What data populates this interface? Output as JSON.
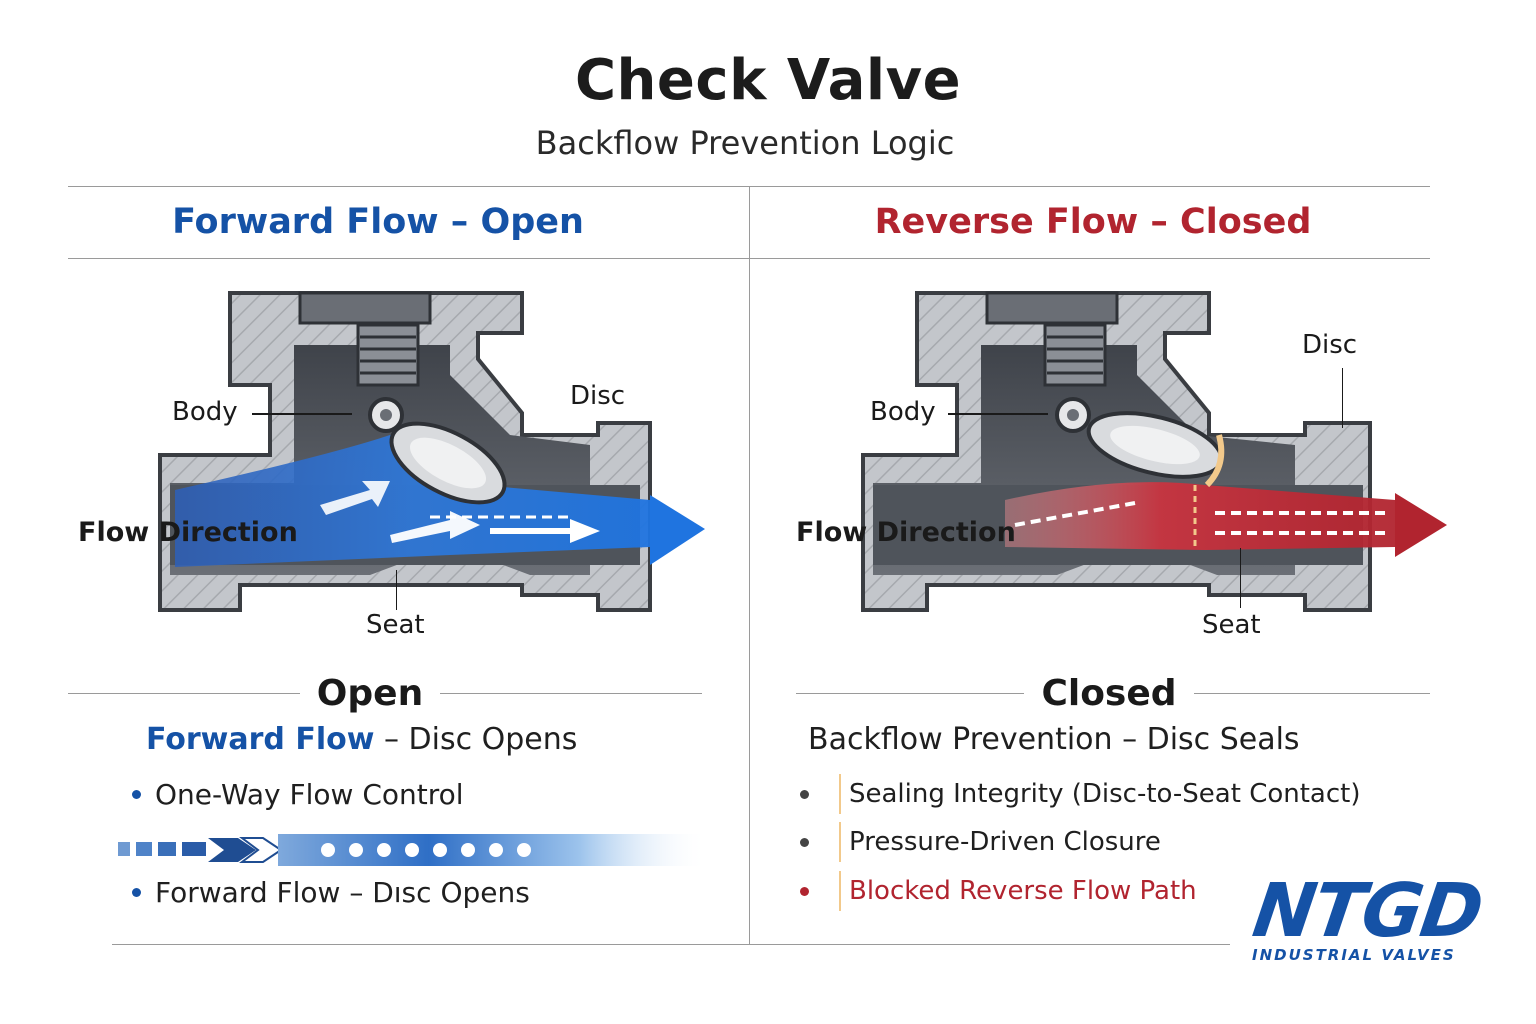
{
  "header": {
    "title": "Check Valve",
    "subtitle": "Backflow Prevention Logic"
  },
  "left_panel": {
    "heading": "Forward Flow – Open",
    "labels": {
      "body": "Body",
      "disc": "Disc",
      "flow_direction": "Flow Direction",
      "seat": "Seat"
    },
    "state_title": "Open",
    "state_desc_highlight": "Forward Flow",
    "state_desc_rest": " – Disc Opens",
    "bullets": [
      "One-Way Flow Control",
      "Forward Flow – Dısc Opens"
    ]
  },
  "right_panel": {
    "heading": "Reverse Flow – Closed",
    "labels": {
      "body": "Body",
      "disc": "Disc",
      "flow_direction": "Flow Direction",
      "seat": "Seat"
    },
    "state_title": "Closed",
    "state_desc": "Backflow Prevention – Disc Seals",
    "bullets": [
      "Sealing Integrity (Disc-to-Seat Contact)",
      "Pressure-Driven Closure",
      "Blocked Reverse Flow Path"
    ]
  },
  "logo": {
    "mark": "NTGD",
    "tagline": "INDUSTRIAL VALVES"
  },
  "colors": {
    "forward_blue": "#1552a6",
    "reverse_red": "#b1242f",
    "metal": "#b9bcc1",
    "metal_dark": "#55595f"
  }
}
